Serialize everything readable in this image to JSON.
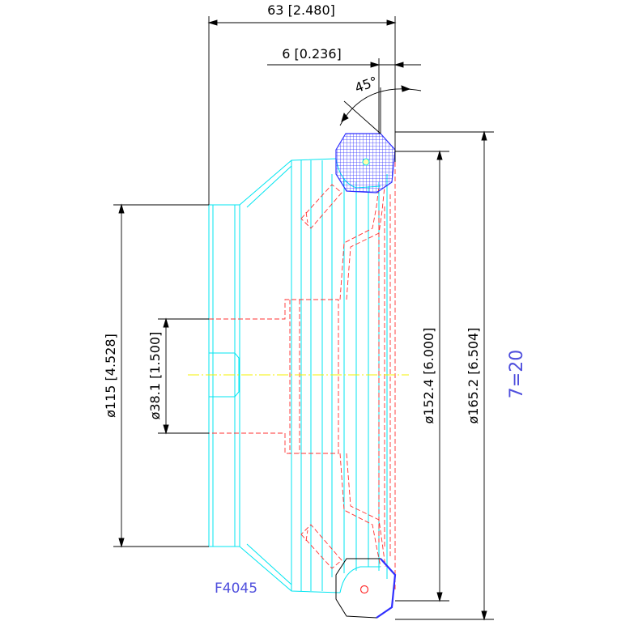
{
  "dimensions": {
    "overall_length": "63 [2.480]",
    "chamfer": "6 [0.236]",
    "angle": "45°",
    "dia_outer": "ø165.2 [6.504]",
    "dia_mid": "ø152.4 [6.000]",
    "dia_hub": "ø115 [4.528]",
    "dia_bore": "ø38.1 [1.500]"
  },
  "part_code": "F4045",
  "ratio": "7=20",
  "colors": {
    "outline": "#00e5f0",
    "hidden": "#ff3030",
    "dimension": "#000000",
    "centerline": "#f5f200",
    "hatch": "#3030ff",
    "label": "#5050dd"
  }
}
